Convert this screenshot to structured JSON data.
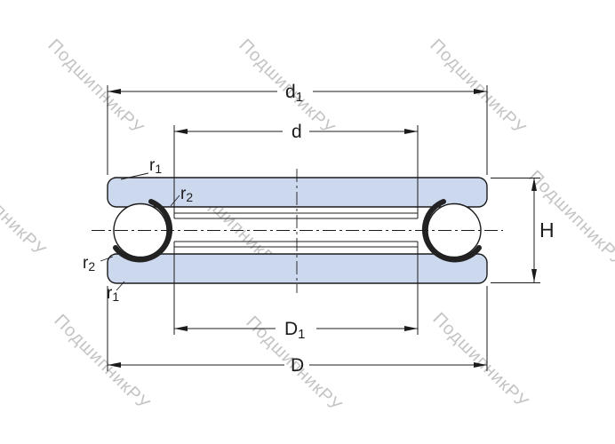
{
  "watermark": {
    "text": "ПодшипникРУ",
    "color": "#c4c4c4"
  },
  "diagram": {
    "type": "thrust-ball-bearing-cross-section",
    "labels": {
      "d1": {
        "base": "d",
        "sub": "1"
      },
      "d": {
        "base": "d"
      },
      "D1": {
        "base": "D",
        "sub": "1"
      },
      "D": {
        "base": "D"
      },
      "H": {
        "base": "H"
      },
      "r1": {
        "base": "r",
        "sub": "1"
      },
      "r2": {
        "base": "r",
        "sub": "2"
      }
    },
    "colors": {
      "ring_fill": "#ccd8ee",
      "line": "#1b1b1b",
      "ball_fill": "#ffffff"
    }
  }
}
